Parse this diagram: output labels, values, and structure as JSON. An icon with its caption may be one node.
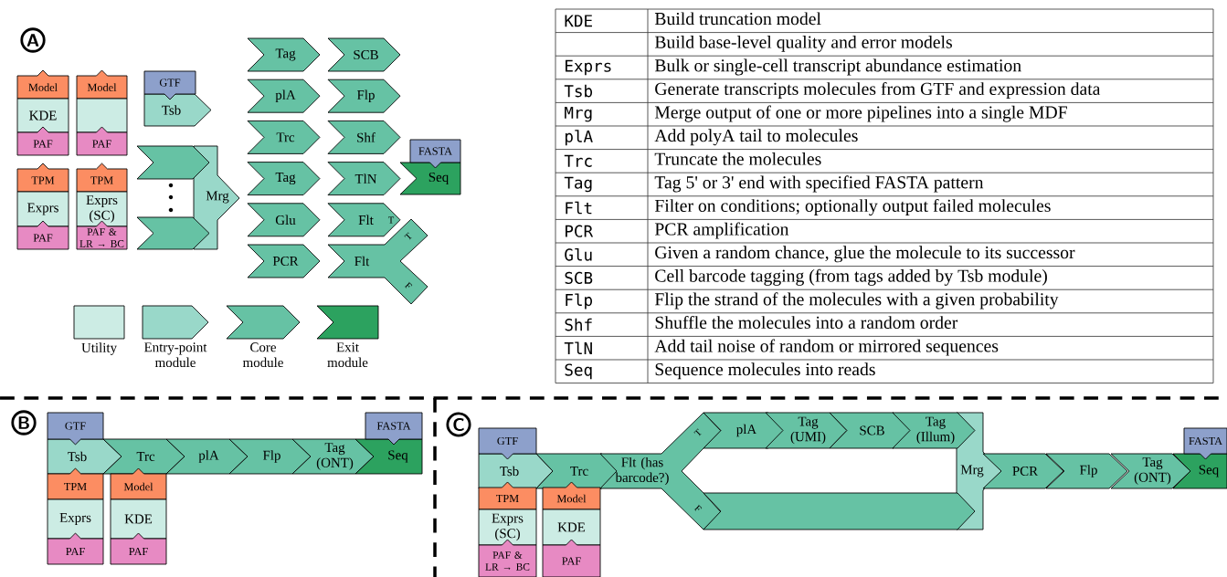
{
  "diagram": {
    "nodes": [
      {
        "text": [
          "Model"
        ]
      },
      {
        "text": [
          "KDE"
        ]
      },
      {
        "text": [
          "PAF"
        ]
      },
      {
        "text": [
          "Model"
        ]
      },
      {
        "text": [],
        "shape": "box"
      },
      {
        "text": [
          "PAF"
        ]
      },
      {
        "text": [
          "TPM"
        ]
      },
      {
        "text": [
          "Exprs"
        ]
      },
      {
        "text": [
          "PAF"
        ]
      },
      {
        "text": [
          "TPM"
        ]
      },
      {
        "text": [
          "Exprs (SC)"
        ]
      },
      {
        "text": [
          "PAF & LR → BC"
        ]
      },
      {
        "text": [
          "GTF"
        ]
      },
      {
        "text": [
          "Tsb"
        ]
      },
      {
        "text": [],
        "shape": "chevron"
      },
      {
        "text": [],
        "shape": "chevron"
      },
      {
        "text": [
          "Mrg"
        ]
      },
      {
        "text": [
          "Tag"
        ]
      },
      {
        "text": [
          "plA"
        ]
      },
      {
        "text": [
          "Trc"
        ]
      },
      {
        "text": [
          "Tag"
        ]
      },
      {
        "text": [
          "Glu"
        ]
      },
      {
        "text": [
          "PCR"
        ]
      },
      {
        "text": [
          "SCB"
        ]
      },
      {
        "text": [
          "Flp"
        ]
      },
      {
        "text": [
          "Shf"
        ]
      },
      {
        "text": [
          "TlN"
        ]
      },
      {
        "text": [
          "Flt",
          "T"
        ]
      },
      {
        "text": [
          "Flt",
          "T",
          "F"
        ]
      },
      {
        "text": [
          "FASTA"
        ]
      },
      {
        "text": [
          "Seq"
        ]
      },
      {
        "text": [
          "GTF"
        ]
      },
      {
        "text": [
          "Tsb"
        ]
      },
      {
        "text": [
          "Trc"
        ]
      },
      {
        "text": [
          "plA"
        ]
      },
      {
        "text": [
          "Flp"
        ]
      },
      {
        "text": [
          "Tag (ONT)"
        ]
      },
      {
        "text": [
          "FASTA"
        ]
      },
      {
        "text": [
          "Seq"
        ]
      },
      {
        "text": [
          "TPM"
        ]
      },
      {
        "text": [
          "Exprs"
        ]
      },
      {
        "text": [
          "PAF"
        ]
      },
      {
        "text": [
          "Model"
        ]
      },
      {
        "text": [
          "KDE"
        ]
      },
      {
        "text": [
          "PAF"
        ]
      },
      {
        "text": [
          "GTF"
        ]
      },
      {
        "text": [
          "Tsb"
        ]
      },
      {
        "text": [
          "Trc"
        ]
      },
      {
        "text": [
          "Flt (has barcode?)",
          "T",
          "F"
        ]
      },
      {
        "text": [
          "plA"
        ]
      },
      {
        "text": [
          "Tag (UMI)"
        ]
      },
      {
        "text": [
          "SCB"
        ]
      },
      {
        "text": [
          "Tag (Illum)"
        ]
      },
      {
        "text": [],
        "shape": "chevron"
      },
      {
        "text": [
          "Mrg"
        ]
      },
      {
        "text": [
          "PCR"
        ]
      },
      {
        "text": [
          "Flp"
        ]
      },
      {
        "text": [
          "Tag (ONT)"
        ]
      },
      {
        "text": [
          "FASTA"
        ]
      },
      {
        "text": [
          "Seq"
        ]
      },
      {
        "text": [
          "TPM"
        ]
      },
      {
        "text": [
          "Exprs (SC)"
        ]
      },
      {
        "text": [
          "PAF & LR → BC"
        ]
      },
      {
        "text": [
          "Model"
        ]
      },
      {
        "text": [
          "KDE"
        ]
      },
      {
        "text": [
          "PAF"
        ]
      }
    ],
    "labels": [
      "A",
      "KDE",
      "Build truncation model",
      "Build base-level quality and error models",
      "Exprs",
      "Bulk or single-cell transcript abundance estimation",
      "Tsb",
      "Generate transcripts molecules from GTF and expression data",
      "Mrg",
      "Merge output of one or more pipelines into a single MDF",
      "plA",
      "Add polyA tail to molecules",
      "Trc",
      "Truncate the molecules",
      "Tag",
      "Tag 5' or 3' end with specified FASTA pattern",
      "Flt",
      "Filter on conditions; optionally output failed molecules",
      "PCR",
      "PCR amplification",
      "Glu",
      "Given a random chance, glue the molecule to its successor",
      "SCB",
      "Cell barcode tagging (from tags added by Tsb module)",
      "Flp",
      "Flip the strand of the molecules with a given probability",
      "Shf",
      "Shuffle the molecules into a random order",
      "TlN",
      "Add tail noise of random or mirrored sequences",
      "Seq",
      "Sequence molecules into reads",
      "B",
      "C"
    ],
    "legend": [
      {
        "text": "Utility",
        "color": "#ccece4"
      },
      {
        "text": "Entry-point module",
        "color": "#99d8c9"
      },
      {
        "text": "Core module",
        "color": "#66c2a4"
      },
      {
        "text": "Exit module",
        "color": "#2ca25f"
      }
    ]
  }
}
